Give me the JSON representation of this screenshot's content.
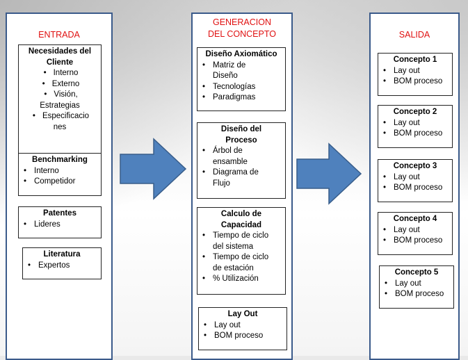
{
  "entrada": {
    "title": "ENTRADA",
    "necesidades": {
      "title_l1": "Necesidades del",
      "title_l2": "Cliente",
      "items": [
        "Interno",
        "Externo",
        "Visión,",
        "Estrategias",
        "Especificacio",
        "nes"
      ]
    },
    "benchmarking": {
      "title": "Benchmarking",
      "items": [
        "Interno",
        "Competidor"
      ]
    },
    "patentes": {
      "title": "Patentes",
      "items": [
        "Lideres"
      ]
    },
    "literatura": {
      "title": "Literatura",
      "items": [
        "Expertos"
      ]
    }
  },
  "generacion": {
    "title_l1": "GENERACION",
    "title_l2": "DEL CONCEPTO",
    "axiomatico": {
      "title": "Diseño Axiomático",
      "items": [
        "Matriz de",
        "Diseño",
        "Tecnologías",
        "Paradigmas"
      ]
    },
    "proceso": {
      "title_l1": "Diseño del",
      "title_l2": "Proceso",
      "items": [
        "Árbol de",
        "ensamble",
        "Diagrama de",
        "Flujo"
      ]
    },
    "capacidad": {
      "title_l1": "Calculo de",
      "title_l2": "Capacidad",
      "items": [
        "Tiempo de ciclo",
        "del sistema",
        "Tiempo de ciclo",
        "de estación",
        "% Utilización"
      ]
    },
    "layout": {
      "title": "Lay Out",
      "items": [
        "Lay out",
        "BOM proceso"
      ]
    }
  },
  "salida": {
    "title": "SALIDA",
    "conceptos": [
      {
        "title": "Concepto 1",
        "items": [
          "Lay out",
          "BOM proceso"
        ]
      },
      {
        "title": "Concepto 2",
        "items": [
          "Lay out",
          "BOM proceso"
        ]
      },
      {
        "title": "Concepto 3",
        "items": [
          "Lay out",
          "BOM proceso"
        ]
      },
      {
        "title": "Concepto 4",
        "items": [
          "Lay out",
          "BOM proceso"
        ]
      },
      {
        "title": "Concepto 5",
        "items": [
          "Lay out",
          "BOM proceso"
        ]
      }
    ]
  },
  "colors": {
    "column_border": "#3a5a8a",
    "title_red": "#e01010",
    "arrow_fill": "#4f81bd",
    "arrow_stroke": "#385d8a"
  },
  "bullet": "•"
}
